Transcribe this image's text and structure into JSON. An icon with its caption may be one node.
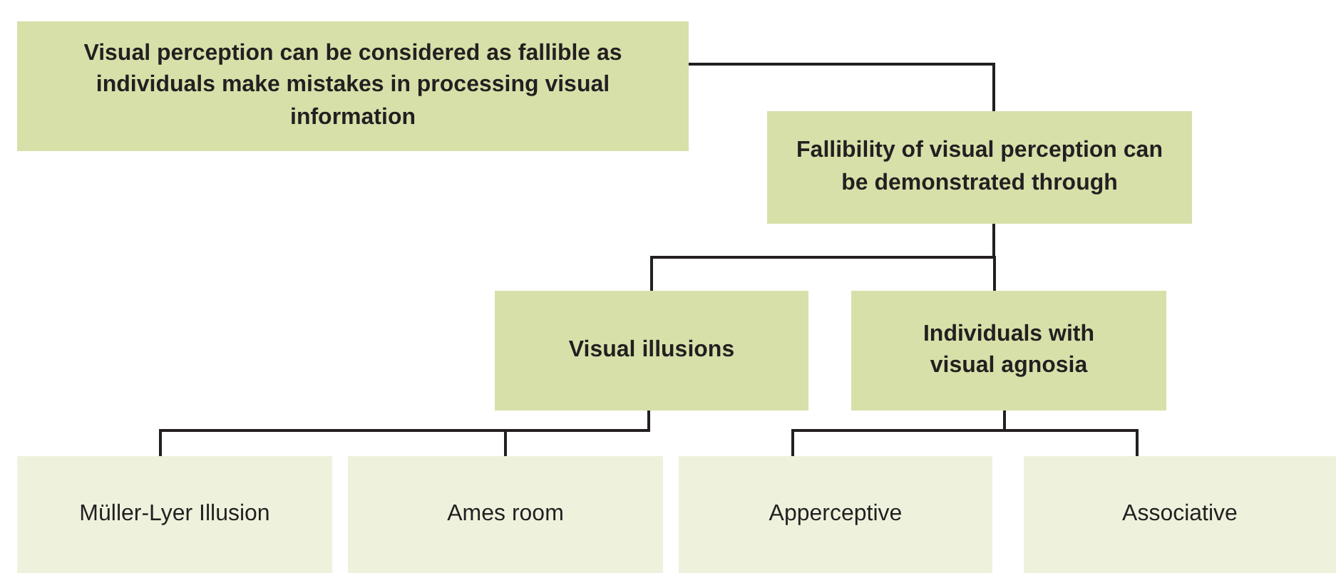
{
  "diagram": {
    "nodes": [
      {
        "text": [
          "Visual perception can be considered as fallible as individuals make mistakes in processing visual information"
        ]
      },
      {
        "text": [
          "Fallibility of visual perception can be demonstrated through"
        ]
      },
      {
        "text": [
          "Visual illusions"
        ]
      },
      {
        "text": [
          "Individuals with visual agnosia"
        ]
      },
      {
        "text": [
          "Müller-Lyer Illusion"
        ]
      },
      {
        "text": [
          "Ames room"
        ]
      },
      {
        "text": [
          "Apperceptive"
        ]
      },
      {
        "text": [
          "Associative"
        ]
      }
    ],
    "edges": [
      {
        "from": 0,
        "to": 1,
        "arrow": "none"
      },
      {
        "from": 1,
        "to": 2,
        "arrow": "none"
      },
      {
        "from": 1,
        "to": 3,
        "arrow": "none"
      },
      {
        "from": 2,
        "to": 4,
        "arrow": "none"
      },
      {
        "from": 2,
        "to": 5,
        "arrow": "none"
      },
      {
        "from": 3,
        "to": 6,
        "arrow": "none"
      },
      {
        "from": 3,
        "to": 7,
        "arrow": "none"
      }
    ]
  }
}
